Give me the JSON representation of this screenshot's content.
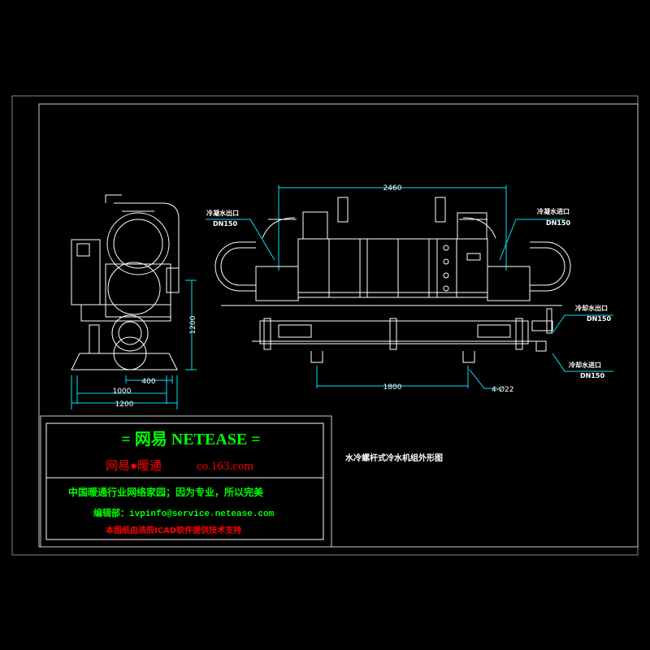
{
  "drawing": {
    "title": "水冷螺杆式冷水机组外形图",
    "side_view": {
      "height_dim": "1200",
      "dim_400": "400",
      "dim_1000": "1000",
      "dim_1200": "1200"
    },
    "front_view": {
      "dim_top": "2460",
      "dim_bottom": "1800",
      "anchor_holes": "4-Ø22",
      "labels": [
        {
          "name": "冷凝水出口",
          "size": "DN150"
        },
        {
          "name": "冷凝水进口",
          "size": "DN150"
        },
        {
          "name": "冷却水出口",
          "size": "DN150"
        },
        {
          "name": "冷却水进口",
          "size": "DN150"
        }
      ]
    }
  },
  "title_block": {
    "brand": "= 网易   NETEASE =",
    "sub_brand": "网易●暖通",
    "site": "co.163.com",
    "slogan": "中国暖通行业网络家园；因为专业，所以完美",
    "editor": "编辑部：ivpinfo@service.netease.com",
    "support": "本图纸由浩辰ICAD软件提供技术支持"
  },
  "colors": {
    "bg": "#000000",
    "line": "#ffffff",
    "dim": "#00e5ff",
    "green": "#00ff00",
    "red": "#ff0000"
  }
}
